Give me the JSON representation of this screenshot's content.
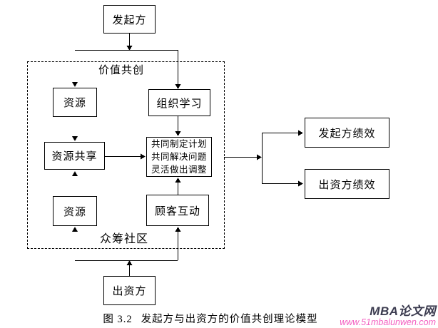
{
  "figure": {
    "caption": {
      "prefix": "图 3.2",
      "title": "发起方与出资方的价值共创理论模型"
    },
    "regions": {
      "value_cocreation": "价值共创",
      "crowdfunding_community": "众筹社区"
    },
    "nodes": {
      "initiator": "发起方",
      "funder": "出资方",
      "resources_top": "资源",
      "resources_bottom": "资源",
      "organizational_learning": "组织学习",
      "resource_sharing": "资源共享",
      "joint_actions": [
        "共同制定计划",
        "共同解决问题",
        "灵活做出调整"
      ],
      "customer_interaction": "顾客互动",
      "initiator_performance": "发起方绩效",
      "funder_performance": "出资方绩效"
    },
    "watermark": {
      "brand": "MBA论文网",
      "url": "www.51mbalunwen.com",
      "brand_color": "#3b3b4f",
      "url_color": "#f35fc0"
    }
  }
}
